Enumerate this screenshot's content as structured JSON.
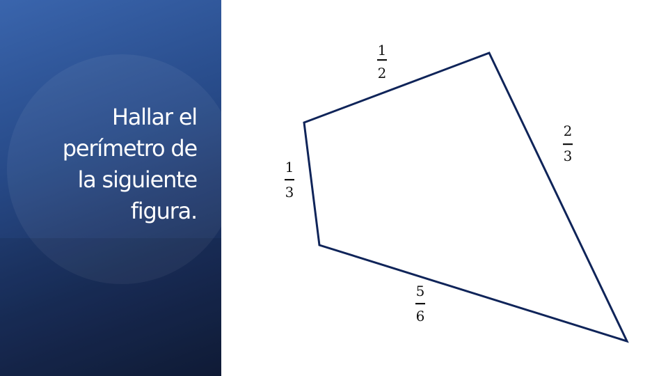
{
  "slide": {
    "title_lines": [
      "Hallar el",
      "perímetro de",
      "la siguiente",
      "figura."
    ]
  },
  "figure": {
    "shape": "quadrilateral",
    "line_color": "#0f2459",
    "sides": [
      {
        "position": "top",
        "numerator": "1",
        "denominator": "2"
      },
      {
        "position": "right",
        "numerator": "2",
        "denominator": "3"
      },
      {
        "position": "bottom",
        "numerator": "5",
        "denominator": "6"
      },
      {
        "position": "left",
        "numerator": "1",
        "denominator": "3"
      }
    ]
  },
  "colors": {
    "panel_top": "#3a65ad",
    "panel_bottom": "#111d3a",
    "title_text": "#ffffff"
  }
}
